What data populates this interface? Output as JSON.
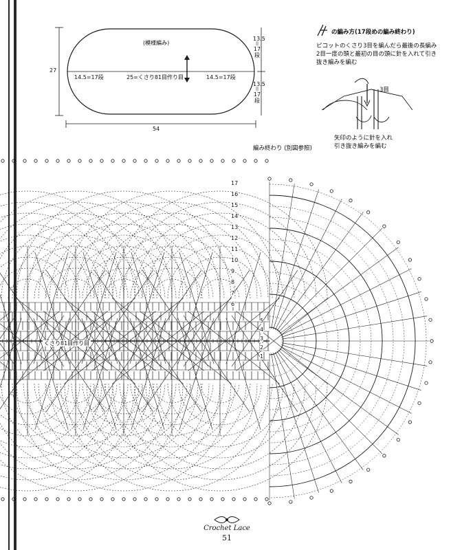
{
  "schematic": {
    "inner_label": "(模様編み)",
    "height": "27",
    "width": "54",
    "left_segment": "14.5=17段",
    "center_segment": "25=くさり81目作り目",
    "right_segment": "14.5=17段",
    "top_right": [
      "13.5",
      "||",
      "17",
      "段"
    ],
    "bottom_right": [
      "13.5",
      "||",
      "17",
      "段"
    ]
  },
  "instructions": {
    "title": "の編み方(17段めの編み終わり)",
    "body": [
      "ピコットのくさり3目を編んだら最後の長編み",
      "2目一度の頭と最初の目の頭に針を入れて引き",
      "抜き編みを編む"
    ],
    "detail_label": "3目",
    "arrow_note": [
      "矢印のように針を入れ",
      "引き抜き編みを編む"
    ]
  },
  "chart": {
    "finish_label": "編み終わり (別図参照)",
    "foundation_label": "くさり81目作り目",
    "row_numbers_top": [
      "17",
      "16",
      "15",
      "14",
      "13",
      "12",
      "11",
      "10",
      "9",
      "8",
      "7",
      "6"
    ],
    "row_numbers_side": [
      "5",
      "4",
      "3",
      "2",
      "1"
    ]
  },
  "footer": {
    "title": "Crochet Lace",
    "page": "51"
  },
  "colors": {
    "ink": "#1a1a1a",
    "paper": "#ffffff"
  }
}
